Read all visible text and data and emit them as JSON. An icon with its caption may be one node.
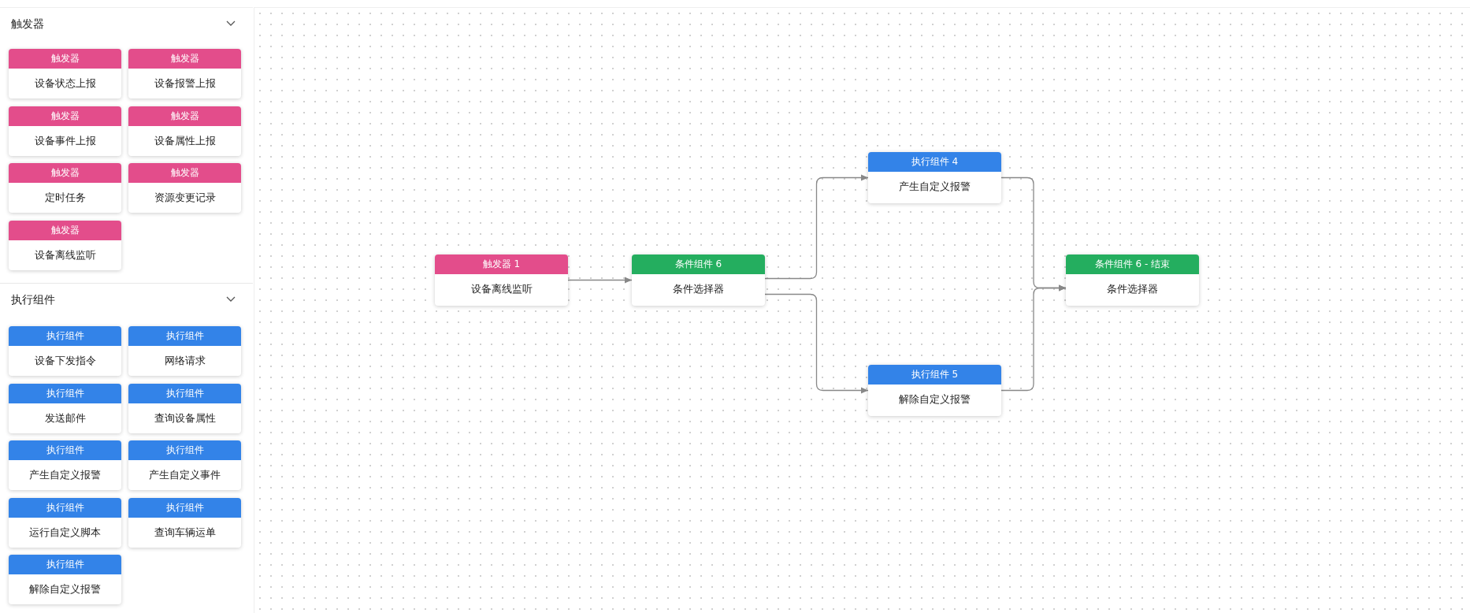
{
  "diagram": {
    "nodes": [
      {
        "text": [
          "触发器"
        ]
      },
      {
        "text": [
          "触发器",
          "设备状态上报"
        ],
        "in": 0
      },
      {
        "text": [
          "触发器",
          "设备报警上报"
        ],
        "in": 0
      },
      {
        "text": [
          "触发器",
          "设备事件上报"
        ],
        "in": 0
      },
      {
        "text": [
          "触发器",
          "设备属性上报"
        ],
        "in": 0
      },
      {
        "text": [
          "触发器",
          "定时任务"
        ],
        "in": 0
      },
      {
        "text": [
          "触发器",
          "资源变更记录"
        ],
        "in": 0
      },
      {
        "text": [
          "触发器",
          "设备离线监听"
        ],
        "in": 0
      },
      {
        "text": [
          "执行组件"
        ]
      },
      {
        "text": [
          "执行组件",
          "设备下发指令"
        ],
        "in": 8
      },
      {
        "text": [
          "执行组件",
          "网络请求"
        ],
        "in": 8
      },
      {
        "text": [
          "执行组件",
          "发送邮件"
        ],
        "in": 8
      },
      {
        "text": [
          "执行组件",
          "查询设备属性"
        ],
        "in": 8
      },
      {
        "text": [
          "执行组件",
          "产生自定义报警"
        ],
        "in": 8
      },
      {
        "text": [
          "执行组件",
          "产生自定义事件"
        ],
        "in": 8
      },
      {
        "text": [
          "执行组件",
          "运行自定义脚本"
        ],
        "in": 8
      },
      {
        "text": [
          "执行组件",
          "查询车辆运单"
        ],
        "in": 8
      },
      {
        "text": [
          "执行组件",
          "解除自定义报警"
        ],
        "in": 8
      },
      {
        "text": [
          "触发器 1",
          "设备离线监听"
        ]
      },
      {
        "text": [
          "条件组件 6",
          "条件选择器"
        ]
      },
      {
        "text": [
          "执行组件 4",
          "产生自定义报警"
        ]
      },
      {
        "text": [
          "执行组件 5",
          "解除自定义报警"
        ]
      },
      {
        "text": [
          "条件组件 6 - 结束",
          "条件选择器"
        ]
      }
    ],
    "edges": [
      {
        "from": 18,
        "to": 19,
        "arrow": "to"
      },
      {
        "from": 19,
        "to": 20,
        "arrow": "to"
      },
      {
        "from": 19,
        "to": 21,
        "arrow": "to"
      },
      {
        "from": 20,
        "to": 22,
        "arrow": "to"
      },
      {
        "from": 21,
        "to": 22,
        "arrow": "to"
      }
    ]
  }
}
